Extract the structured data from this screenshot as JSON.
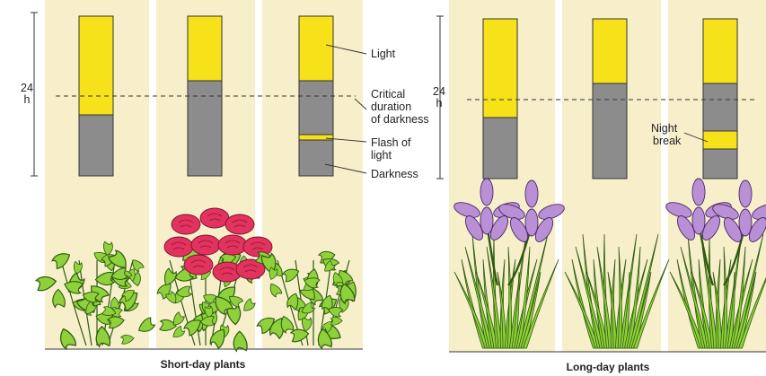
{
  "scale_label": {
    "line1": "24",
    "line2": "h"
  },
  "short_day": {
    "caption": "Short-day plants",
    "annotations": {
      "light": "Light",
      "critical_line1": "Critical",
      "critical_line2": "duration",
      "critical_line3": "of darkness",
      "flash_line1": "Flash of",
      "flash_line2": "light",
      "darkness": "Darkness"
    }
  },
  "long_day": {
    "caption": "Long-day plants",
    "annotations": {
      "night_line1": "Night",
      "night_line2": "break"
    }
  },
  "colors": {
    "panel": "#f6efca",
    "light": "#f7e21a",
    "darkness": "#8c8c8c",
    "bar_outline": "#333333",
    "leaf": "#8fd13a",
    "leaf_outline": "#2f5a12",
    "rose": "#e2325e",
    "iris": "#b98fd6",
    "iris_outline": "#4a2a66"
  }
}
